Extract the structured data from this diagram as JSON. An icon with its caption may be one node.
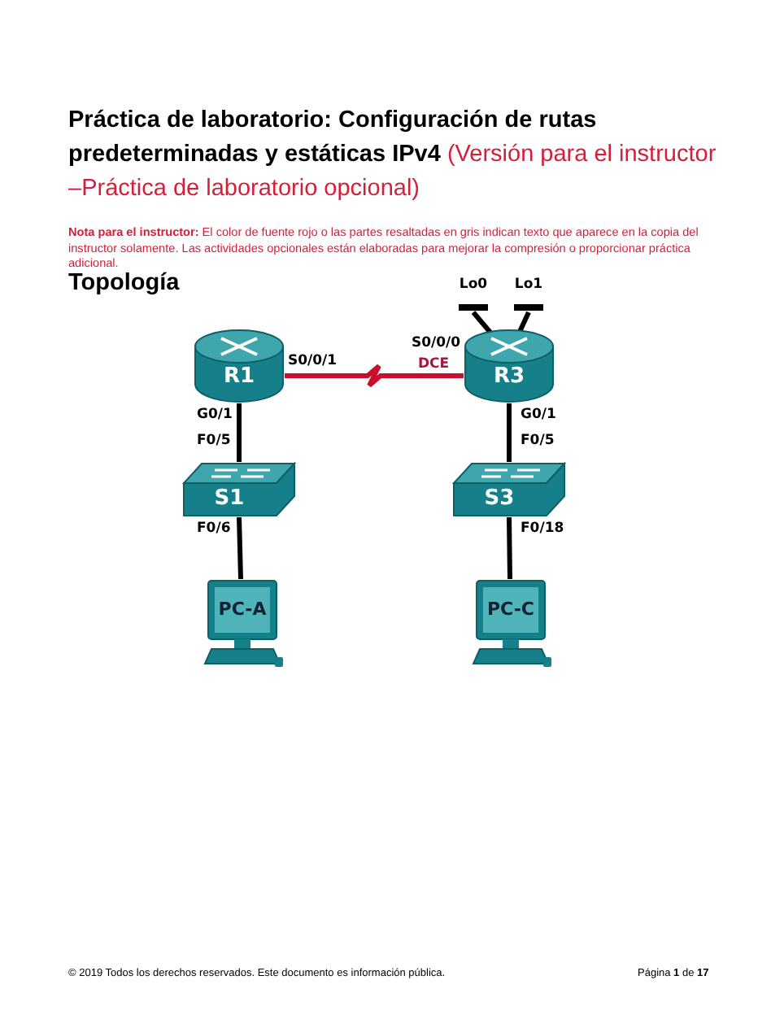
{
  "diagram": {
    "title": "Práctica de laboratorio: Configuración de rutas predeterminadas y estáticas IPv4",
    "nodes": [
      {
        "text": [
          "Lo0"
        ]
      },
      {
        "text": [
          "Lo1"
        ]
      },
      {
        "text": [
          "R1"
        ]
      },
      {
        "text": [
          "R3"
        ]
      },
      {
        "text": [
          "S1"
        ]
      },
      {
        "text": [
          "S3"
        ]
      },
      {
        "text": [
          "PC-A"
        ]
      },
      {
        "text": [
          "PC-C"
        ]
      }
    ],
    "edges": [
      {
        "from": 0,
        "to": 3,
        "arrow": "none"
      },
      {
        "from": 1,
        "to": 3,
        "arrow": "none"
      },
      {
        "from": 2,
        "to": 3,
        "arrow": "none",
        "color": "#c8102e"
      },
      {
        "from": 2,
        "to": 4,
        "arrow": "none"
      },
      {
        "from": 3,
        "to": 5,
        "arrow": "none"
      },
      {
        "from": 4,
        "to": 6,
        "arrow": "none"
      },
      {
        "from": 5,
        "to": 7,
        "arrow": "none"
      }
    ],
    "labels": [
      "(Versión para el instructor –Práctica de laboratorio opcional)",
      "**Nota para el instructor:** El color de fuente rojo o las partes resaltadas en gris indican texto que aparece en la copia del instructor solamente. Las actividades opcionales están elaboradas para mejorar la compresión o proporcionar práctica adicional.",
      "Topología",
      "S0/0/1",
      "S0/0/0",
      "DCE",
      "G0/1",
      "G0/1",
      "F0/5",
      "F0/5",
      "F0/6",
      "F0/18",
      "© 2019 Todos los derechos reservados. Este documento es información pública.",
      "Página **1** de **17**"
    ]
  }
}
